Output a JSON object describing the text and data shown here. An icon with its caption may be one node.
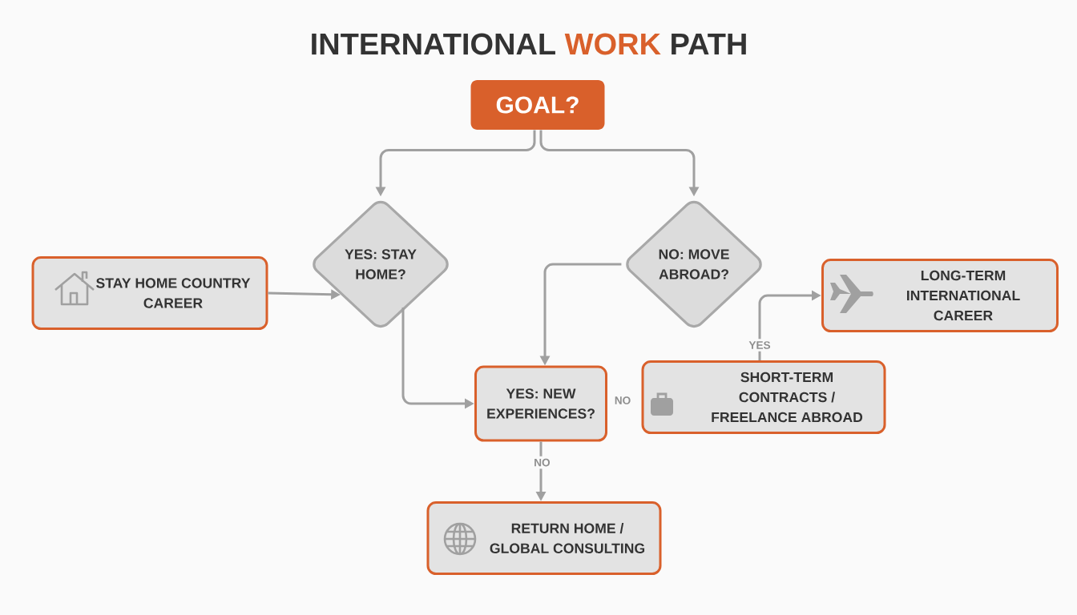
{
  "diagram": {
    "title": "INTERNATIONAL **WORK** PATH",
    "nodes": [
      {
        "text": [
          "GOAL?"
        ]
      },
      {
        "text": [
          "STAY HOME COUNTRY CAREER"
        ]
      },
      {
        "text": [
          "YES: STAY HOME?"
        ]
      },
      {
        "text": [
          "NO: MOVE ABROAD?"
        ]
      },
      {
        "text": [
          "LONG-TERM INTERNATIONAL CAREER"
        ]
      },
      {
        "text": [
          "YES: NEW EXPERIENCES?"
        ]
      },
      {
        "text": [
          "SHORT-TERM CONTRACTS / FREELANCE ABROAD"
        ]
      },
      {
        "text": [
          "RETURN HOME / GLOBAL CONSULTING"
        ]
      }
    ],
    "edges": [
      {
        "from": 0,
        "to": 2,
        "arrow": "to"
      },
      {
        "from": 0,
        "to": 3,
        "arrow": "to"
      },
      {
        "from": 1,
        "to": 2,
        "arrow": "to"
      },
      {
        "from": 2,
        "to": 5,
        "arrow": "to"
      },
      {
        "from": 3,
        "to": 5,
        "arrow": "to"
      },
      {
        "from": 6,
        "to": 4,
        "label": "YES",
        "arrow": "to"
      },
      {
        "from": 5,
        "to": 7,
        "label": "NO",
        "arrow": "to"
      }
    ],
    "labels": [
      "NO"
    ]
  }
}
